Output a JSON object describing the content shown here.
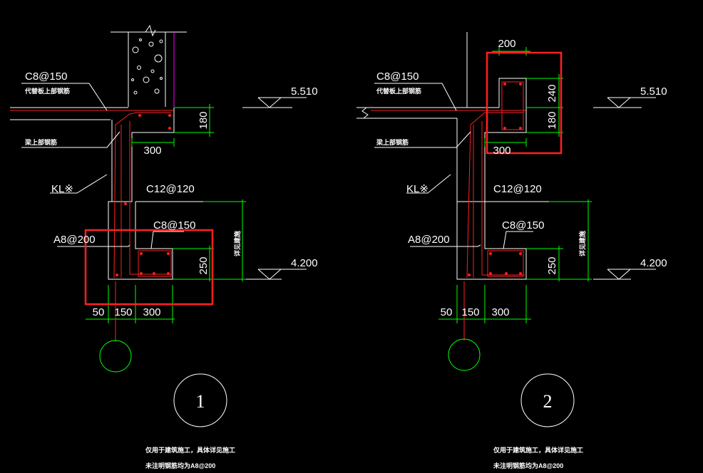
{
  "detail1": {
    "label_top_rebar": "C8@150",
    "label_top_rebar_note": "代替板上部钢筋",
    "label_beam_top_note": "梁上部钢筋",
    "label_beam": "KL※",
    "label_stirrup": "C12@120",
    "label_bottom_rebar": "C8@150",
    "label_side_rebar": "A8@200",
    "dim_slab": "180",
    "dim_width_top": "300",
    "dim_ledge_height": "250",
    "dim_b1": "50",
    "dim_b2": "150",
    "dim_b3": "300",
    "dim_side_note": "详见建施",
    "elev_top": "5.510",
    "elev_bottom": "4.200",
    "detail_number": "1",
    "note_line1": "仅用于建筑施工，具体详见施工",
    "note_line2": "未注明钢筋均为A8@200"
  },
  "detail2": {
    "label_top_rebar": "C8@150",
    "label_top_rebar_note": "代替板上部钢筋",
    "label_beam_top_note": "梁上部钢筋",
    "label_beam": "KL※",
    "label_stirrup": "C12@120",
    "label_bottom_rebar": "C8@150",
    "label_side_rebar": "A8@200",
    "dim_top_width": "200",
    "dim_upper_height": "240",
    "dim_slab": "180",
    "dim_width_top": "300",
    "dim_ledge_height": "250",
    "dim_b1": "50",
    "dim_b2": "150",
    "dim_b3": "300",
    "dim_side_note": "详见建施",
    "elev_top": "5.510",
    "elev_bottom": "4.200",
    "detail_number": "2",
    "note_line1": "仅用于建筑施工，具体详见施工",
    "note_line2": "未注明钢筋均为A8@200"
  },
  "colors": {
    "background": "#000000",
    "outline": "#ffffff",
    "rebar": "#ff2020",
    "dimension": "#00ff00",
    "highlight": "#ff2020",
    "wall_edge": "#ff00ff"
  }
}
